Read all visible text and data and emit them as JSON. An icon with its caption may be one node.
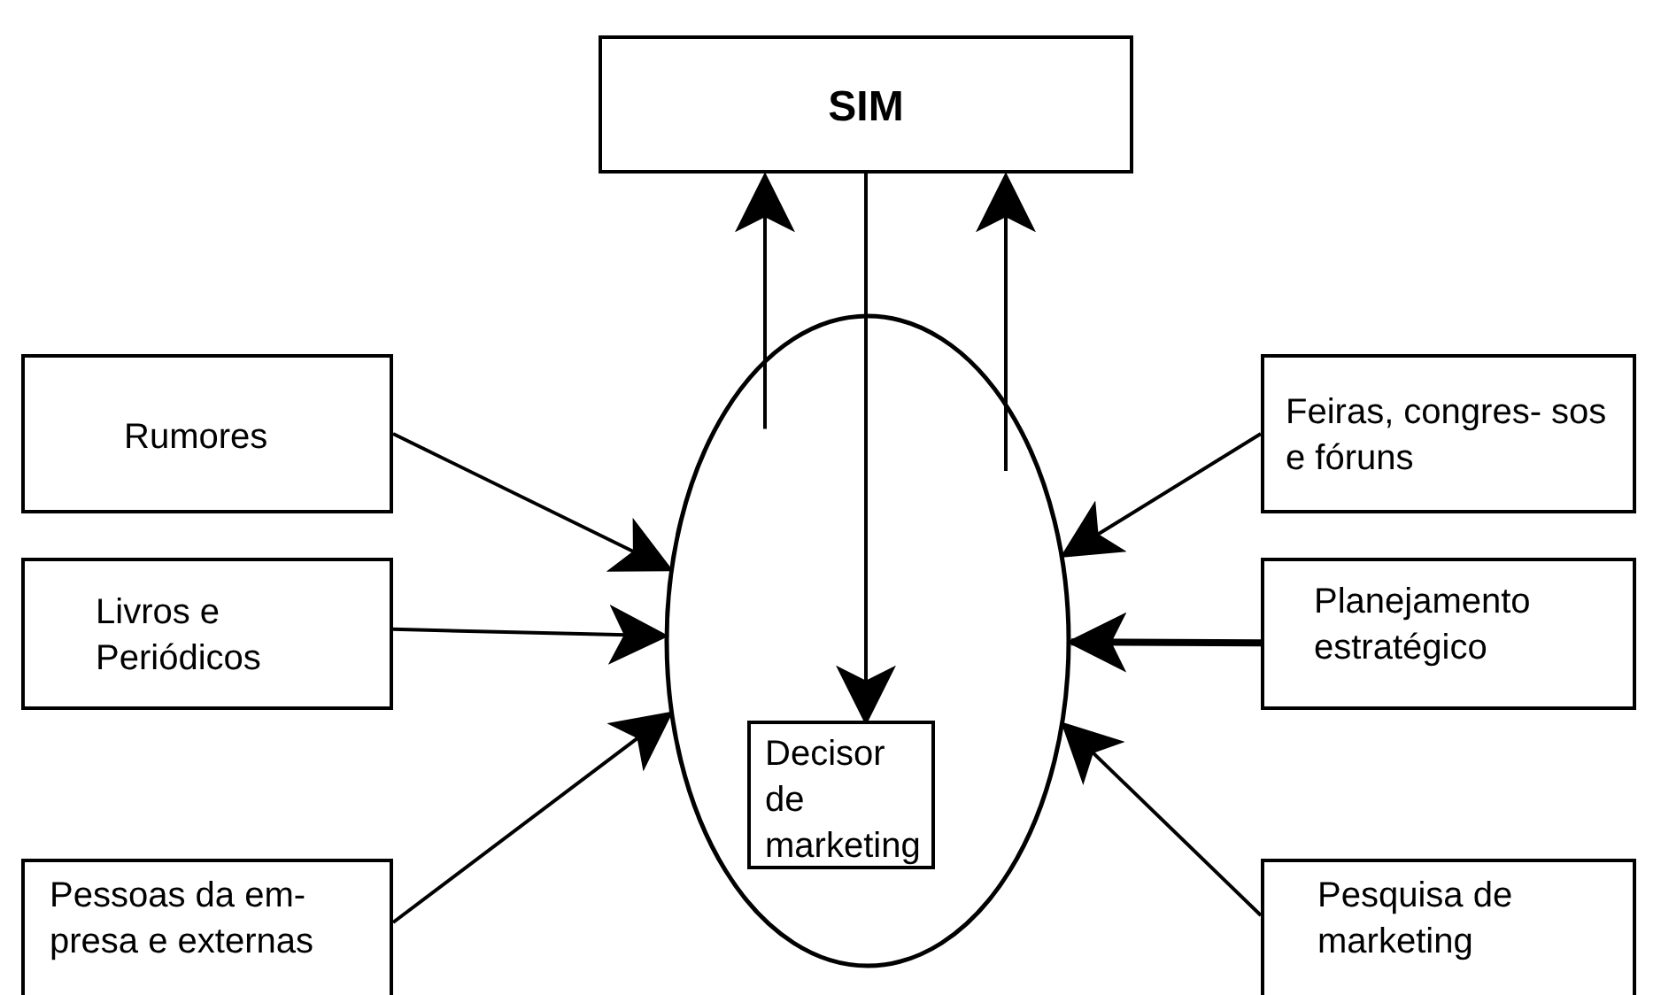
{
  "diagram": {
    "nodes": [
      {
        "text": [
          "SIM"
        ]
      },
      {
        "text": [
          "Rumores"
        ]
      },
      {
        "text": [
          "Feiras, congres- sos e fóruns"
        ]
      },
      {
        "text": [],
        "shape": "ellipse"
      },
      {
        "text": [
          "Decisor de marketing"
        ],
        "in": 3
      },
      {
        "text": [
          "Livros e Periódicos"
        ]
      },
      {
        "text": [
          "Planejamento estratégico"
        ]
      },
      {
        "text": [
          "Pessoas da em- presa e externas"
        ]
      },
      {
        "text": [
          "Pesquisa de marketing"
        ]
      }
    ],
    "edges": [
      {
        "from": 0,
        "to": 4,
        "arrow": "to"
      },
      {
        "from": 3,
        "to": 0,
        "arrow": "to"
      },
      {
        "from": 3,
        "to": 0,
        "arrow": "to"
      },
      {
        "from": 1,
        "to": 3,
        "arrow": "to"
      },
      {
        "from": 2,
        "to": 3,
        "arrow": "to"
      },
      {
        "from": 5,
        "to": 3,
        "arrow": "to"
      },
      {
        "from": 6,
        "to": 3,
        "arrow": "to",
        "style": "thick"
      },
      {
        "from": 7,
        "to": 3,
        "arrow": "to"
      },
      {
        "from": 8,
        "to": 3,
        "arrow": "to"
      }
    ]
  }
}
